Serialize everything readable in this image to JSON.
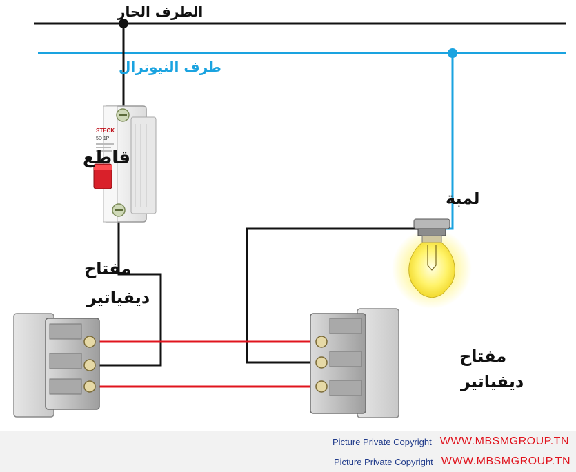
{
  "labels": {
    "hot_terminal": "الطرف الحار",
    "neutral_terminal": "طرف النيوترال",
    "breaker": "قاطع",
    "lamp": "لمبة",
    "left_switch_line1": "مفتاح",
    "left_switch_line2": "ديفياتير",
    "right_switch_line1": "مفتاح",
    "right_switch_line2": "ديفياتير",
    "breaker_brand": "STECK",
    "breaker_rating": "5D   1P"
  },
  "footer": {
    "line1_copyright": "Picture Private Copyright",
    "line1_site": "WWW.MBSMGROUP.TN",
    "line2_copyright": "Picture Private Copyright",
    "line2_site": "WWW.MBSMGROUP.TN"
  },
  "colors": {
    "hot_wire": "#111111",
    "neutral_wire": "#1aa3e0",
    "traveler_wire": "#e0141e",
    "copyright_text": "#1f3a8a",
    "site_text": "#e0141e"
  }
}
